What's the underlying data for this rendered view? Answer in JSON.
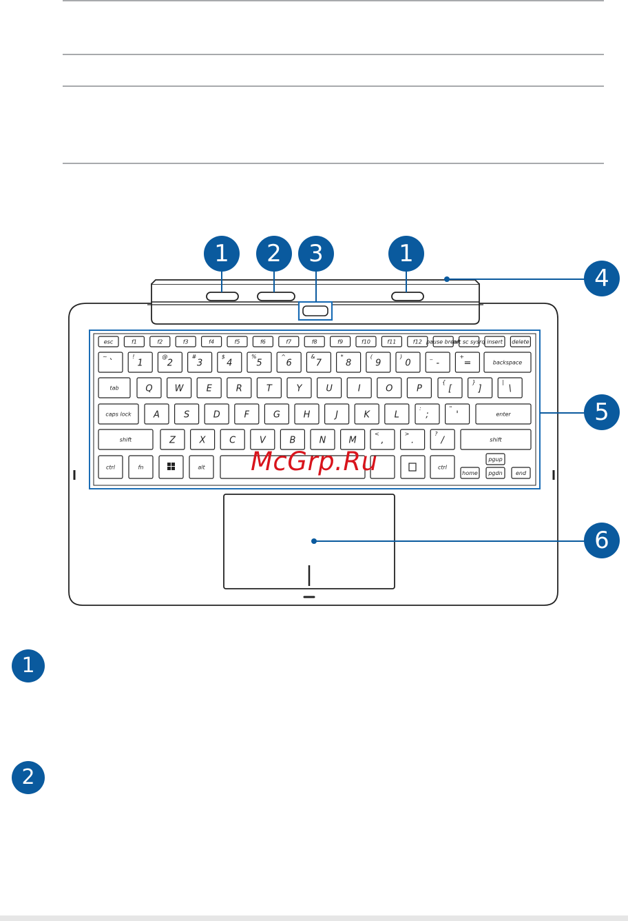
{
  "callouts": {
    "c1a": "1",
    "c2": "2",
    "c3": "3",
    "c1b": "1",
    "c4": "4",
    "c5": "5",
    "c6": "6"
  },
  "legend": [
    {
      "number": "1"
    },
    {
      "number": "2"
    }
  ],
  "watermark": "McGrp.Ru",
  "keyboard": {
    "fn_row": [
      "esc",
      "f1",
      "f2",
      "f3",
      "f4",
      "f5",
      "f6",
      "f7",
      "f8",
      "f9",
      "f10",
      "f11",
      "f12",
      "pause break",
      "prt sc sysrq",
      "insert",
      "delete"
    ],
    "num_row": [
      {
        "top": "~",
        "main": "`"
      },
      {
        "top": "!",
        "main": "1"
      },
      {
        "top": "@",
        "main": "2"
      },
      {
        "top": "#",
        "main": "3"
      },
      {
        "top": "$",
        "main": "4"
      },
      {
        "top": "%",
        "main": "5"
      },
      {
        "top": "^",
        "main": "6"
      },
      {
        "top": "&",
        "main": "7"
      },
      {
        "top": "*",
        "main": "8"
      },
      {
        "top": "(",
        "main": "9"
      },
      {
        "top": ")",
        "main": "0"
      },
      {
        "top": "_",
        "main": "-"
      },
      {
        "top": "+",
        "main": "="
      }
    ],
    "backspace": "backspace",
    "tab": "tab",
    "row_q": [
      "Q",
      "W",
      "E",
      "R",
      "T",
      "Y",
      "U",
      "I",
      "O",
      "P"
    ],
    "row_q_extra": [
      {
        "top": "{",
        "main": "["
      },
      {
        "top": "}",
        "main": "]"
      },
      {
        "top": "|",
        "main": "\\"
      }
    ],
    "caps": "caps lock",
    "row_a": [
      "A",
      "S",
      "D",
      "F",
      "G",
      "H",
      "J",
      "K",
      "L"
    ],
    "row_a_extra": [
      {
        "top": ":",
        "main": ";"
      },
      {
        "top": "\"",
        "main": "'"
      }
    ],
    "enter": "enter",
    "shift": "shift",
    "row_z": [
      "Z",
      "X",
      "C",
      "V",
      "B",
      "N",
      "M"
    ],
    "row_z_extra": [
      {
        "top": "<",
        "main": ","
      },
      {
        "top": ">",
        "main": "."
      },
      {
        "top": "?",
        "main": "/"
      }
    ],
    "bottom": {
      "ctrl": "ctrl",
      "fn": "fn",
      "alt": "alt",
      "ctrl_r": "ctrl",
      "home": "home",
      "end": "end",
      "pgup": "pgup",
      "pgdn": "pgdn"
    }
  }
}
